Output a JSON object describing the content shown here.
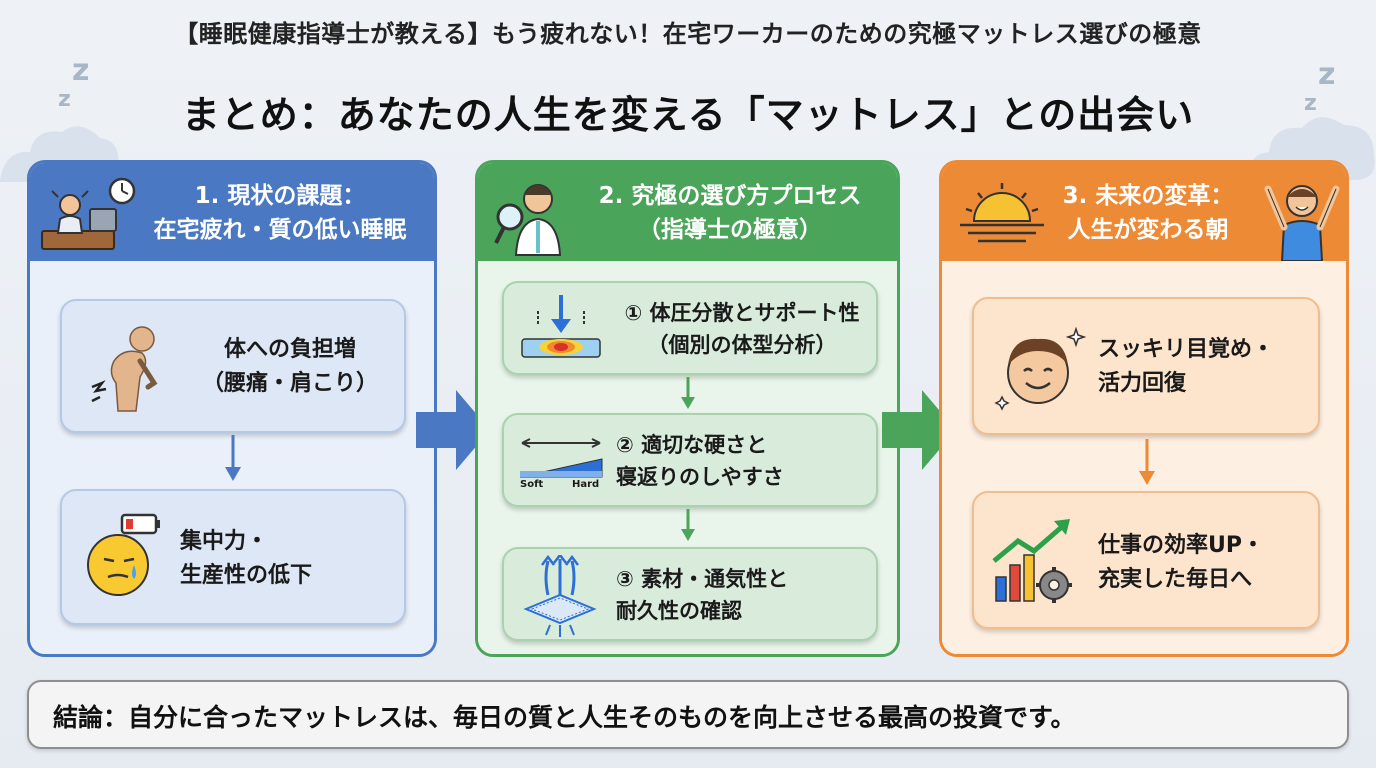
{
  "header": {
    "top_title": "【睡眠健康指導士が教える】もう疲れない！在宅ワーカーのための究極マットレス選びの極意",
    "main_title": "まとめ：あなたの人生を変える「マットレス」との出会い"
  },
  "panels": [
    {
      "title": "1. 現状の課題：\n在宅疲れ・質の低い睡眠",
      "color": "#4a78c2",
      "icon": "stressed-worker-icon",
      "cards": [
        {
          "text": "体への負担増\n（腰痛・肩こり）",
          "icon": "back-pain-icon"
        },
        {
          "text": "集中力・\n生産性の低下",
          "icon": "tired-face-low-battery-icon"
        }
      ]
    },
    {
      "title": "2. 究極の選び方プロセス\n（指導士の極意）",
      "color": "#4aa55a",
      "icon": "doctor-magnifier-icon",
      "cards": [
        {
          "text": "① 体圧分散とサポート性\n（個別の体型分析）",
          "icon": "pressure-map-icon"
        },
        {
          "text": "② 適切な硬さと\n寝返りのしやすさ",
          "icon": "firmness-scale-icon",
          "scale_soft": "Soft",
          "scale_hard": "Hard"
        },
        {
          "text": "③ 素材・通気性と\n耐久性の確認",
          "icon": "airflow-material-icon"
        }
      ]
    },
    {
      "title": "3. 未来の変革：\n人生が変わる朝",
      "color": "#ec8a35",
      "icon": "sunrise-happy-person-icon",
      "cards": [
        {
          "text": "スッキリ目覚め・\n活力回復",
          "icon": "smiling-face-icon"
        },
        {
          "text": "仕事の効率UP・\n充実した毎日へ",
          "icon": "growth-chart-icon"
        }
      ]
    }
  ],
  "conclusion": {
    "text": "結論：自分に合ったマットレスは、毎日の質と人生そのものを向上させる最高の投資です。"
  }
}
